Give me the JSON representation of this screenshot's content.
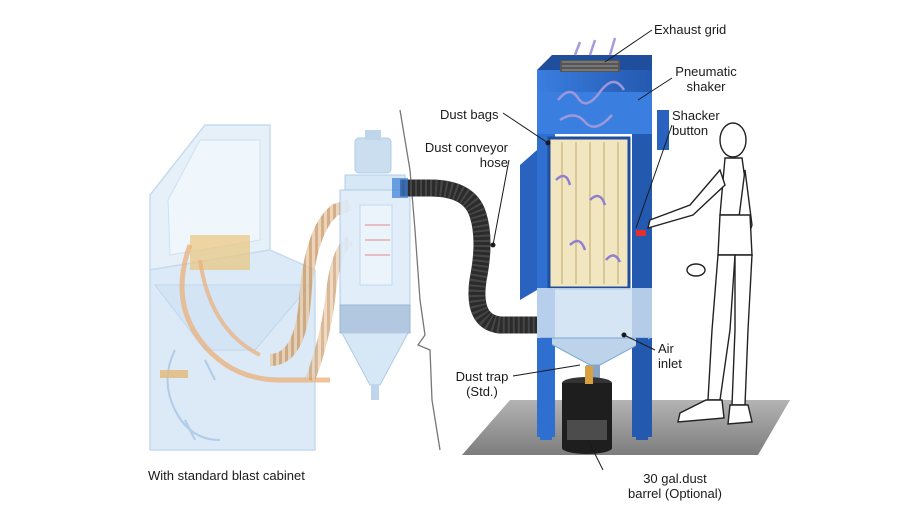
{
  "labels": {
    "exhaust_grid": "Exhaust grid",
    "pneumatic_shaker": [
      "Pneumatic",
      "shaker"
    ],
    "dust_bags": "Dust bags",
    "shacker_button": [
      "Shacker",
      "button"
    ],
    "dust_conveyor_hose": [
      "Dust conveyor",
      "hose"
    ],
    "air_inlet": [
      "Air",
      "inlet"
    ],
    "dust_trap": [
      "Dust trap",
      "(Std.)"
    ],
    "dust_barrel": [
      "30 gal.dust",
      "barrel (Optional)"
    ],
    "blast_cabinet_caption": "With standard blast cabinet"
  },
  "colors": {
    "collector_blue": "#2f6fd0",
    "collector_dark": "#1f4f9c",
    "filter_cream": "#f1e6c0",
    "hose_black": "#2b2b2b",
    "ghost_blue": "#cfe3f5",
    "floor_gray": "#9a9a9a"
  },
  "icons": [
    "dust-collector",
    "blast-cabinet",
    "cyclone-separator",
    "operator-mannequin",
    "dust-barrel"
  ]
}
